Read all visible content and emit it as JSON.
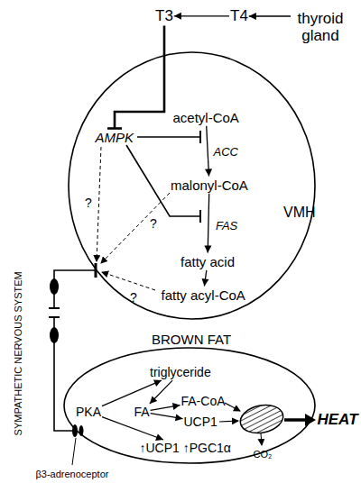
{
  "diagram": {
    "nodes": [
      {
        "text": [
          "T3"
        ]
      },
      {
        "text": [
          "T4"
        ]
      },
      {
        "text": [
          "thyroid gland"
        ]
      },
      {
        "text": [
          "VMH"
        ]
      },
      {
        "text": [
          "AMPK"
        ],
        "in": 3
      },
      {
        "text": [
          "acetyl-CoA"
        ],
        "in": 3
      },
      {
        "text": [
          "malonyl-CoA"
        ],
        "in": 3
      },
      {
        "text": [
          "fatty acid"
        ],
        "in": 3
      },
      {
        "text": [
          "fatty acyl-CoA"
        ],
        "in": 3
      },
      {
        "text": [
          "BROWN FAT"
        ]
      },
      {
        "text": [
          "triglyceride"
        ],
        "in": 9
      },
      {
        "text": [
          "PKA"
        ],
        "in": 9
      },
      {
        "text": [
          "FA"
        ],
        "in": 9
      },
      {
        "text": [
          "FA-CoA"
        ],
        "in": 9
      },
      {
        "text": [
          "UCP1"
        ],
        "in": 9
      },
      {
        "text": [
          "↑UCP1 ↑PGC1α"
        ],
        "in": 9
      }
    ],
    "edges": [
      {
        "from": 2,
        "to": 1,
        "arrow": "to"
      },
      {
        "from": 1,
        "to": 0,
        "arrow": "to"
      },
      {
        "from": 0,
        "to": 4,
        "arrow": "to"
      },
      {
        "from": 5,
        "to": 6,
        "arrow": "to",
        "label": "ACC"
      },
      {
        "from": 6,
        "to": 7,
        "arrow": "to",
        "label": "FAS"
      },
      {
        "from": 7,
        "to": 8,
        "arrow": "to"
      },
      {
        "from": 3,
        "to": 9,
        "arrow": "none"
      },
      {
        "from": 11,
        "to": 10,
        "arrow": "to"
      },
      {
        "from": 10,
        "to": 12,
        "arrow": "to"
      },
      {
        "from": 12,
        "to": 13,
        "arrow": "to"
      },
      {
        "from": 12,
        "to": 14,
        "arrow": "to"
      },
      {
        "from": 11,
        "to": 15,
        "arrow": "to"
      }
    ],
    "labels": [
      "?",
      "?",
      "?",
      "SYMPATHETIC NERVOUS SYSTEM",
      "HEAT",
      "CO₂",
      "β3-adrenoceptor"
    ]
  }
}
